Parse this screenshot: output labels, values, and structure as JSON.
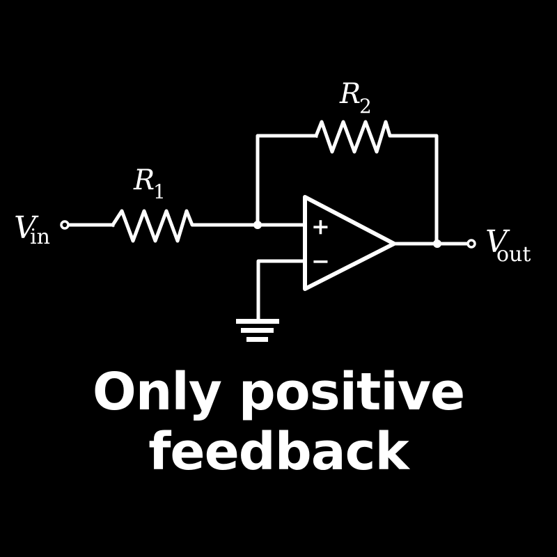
{
  "diagram": {
    "type": "op-amp circuit",
    "labels": {
      "vin_main": "V",
      "vin_sub": "in",
      "vout_main": "V",
      "vout_sub": "out",
      "r1_main": "R",
      "r1_sub": "1",
      "r2_main": "R",
      "r2_sub": "2",
      "plus": "+",
      "minus": "−"
    },
    "stroke_color": "#ffffff",
    "background_color": "#000000"
  },
  "caption": {
    "line1": "Only positive",
    "line2": "feedback"
  }
}
